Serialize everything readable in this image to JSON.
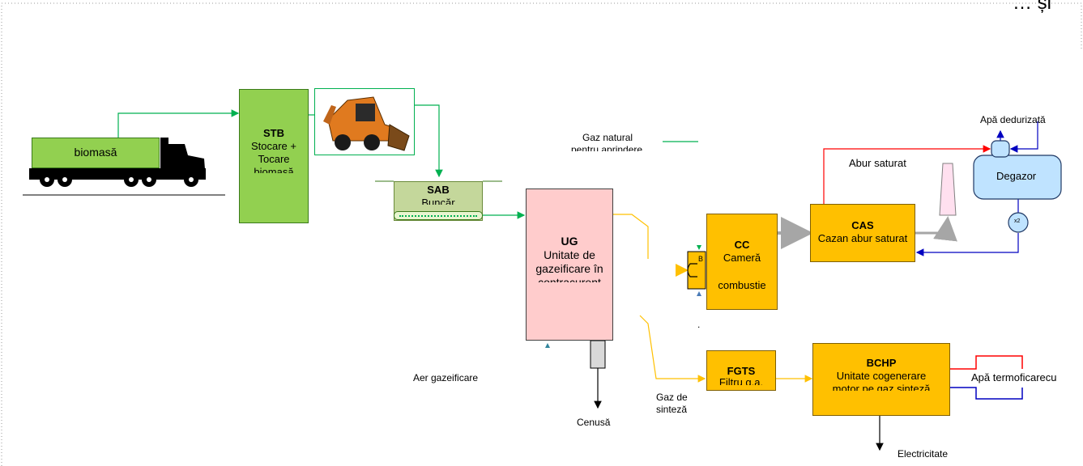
{
  "header": {
    "title_fragment": "… și"
  },
  "truck": {
    "cargo_label": "biomasă"
  },
  "stb": {
    "code": "STB",
    "line1": "Stocare +",
    "line2": "Tocare",
    "line3": "biomasă"
  },
  "sab": {
    "code": "SAB",
    "name": "Buncăr"
  },
  "ug": {
    "code": "UG",
    "line1": "Unitate de",
    "line2": "gazeificare în",
    "line3": "contracurent"
  },
  "cc": {
    "code": "CC",
    "line1": "Cameră",
    "line2": "combustie",
    "burner": "B"
  },
  "cas": {
    "code": "CAS",
    "name": "Cazan abur saturat"
  },
  "degazor": {
    "name": "Degazor",
    "pump": "x2"
  },
  "fgts": {
    "code": "FGTS",
    "name": "Filtru g.a."
  },
  "bchp": {
    "code": "BCHP",
    "line1": "Unitate cogenerare",
    "line2": "motor pe gaz sinteză"
  },
  "labels": {
    "gaz_natural_1": "Gaz natural",
    "gaz_natural_2": "pentru aprindere",
    "abur_saturat": "Abur saturat",
    "apa_dedurizata": "Apă dedurizată",
    "aer_gazeificare": "Aer gazeificare",
    "cenusa": "Cenusă",
    "gaz_sinteza_1": "Gaz de",
    "gaz_sinteza_2": "sinteză",
    "apa_termoficare": "Apă termoficare",
    "apa_termoficare_suffix": "cu",
    "electricitate": "Electricitate",
    "dot": "."
  },
  "colors": {
    "green_block": "#92d050",
    "yellow_block": "#ffc000",
    "pink_block": "#ffcccc",
    "bunker": "#c4d79b",
    "green_line": "#00b050",
    "orange_line": "#ffc000",
    "red_line": "#ff0000",
    "blue_line": "#0000c0",
    "gray_line": "#a6a6a6",
    "degazor_fill": "#bfe3ff"
  }
}
